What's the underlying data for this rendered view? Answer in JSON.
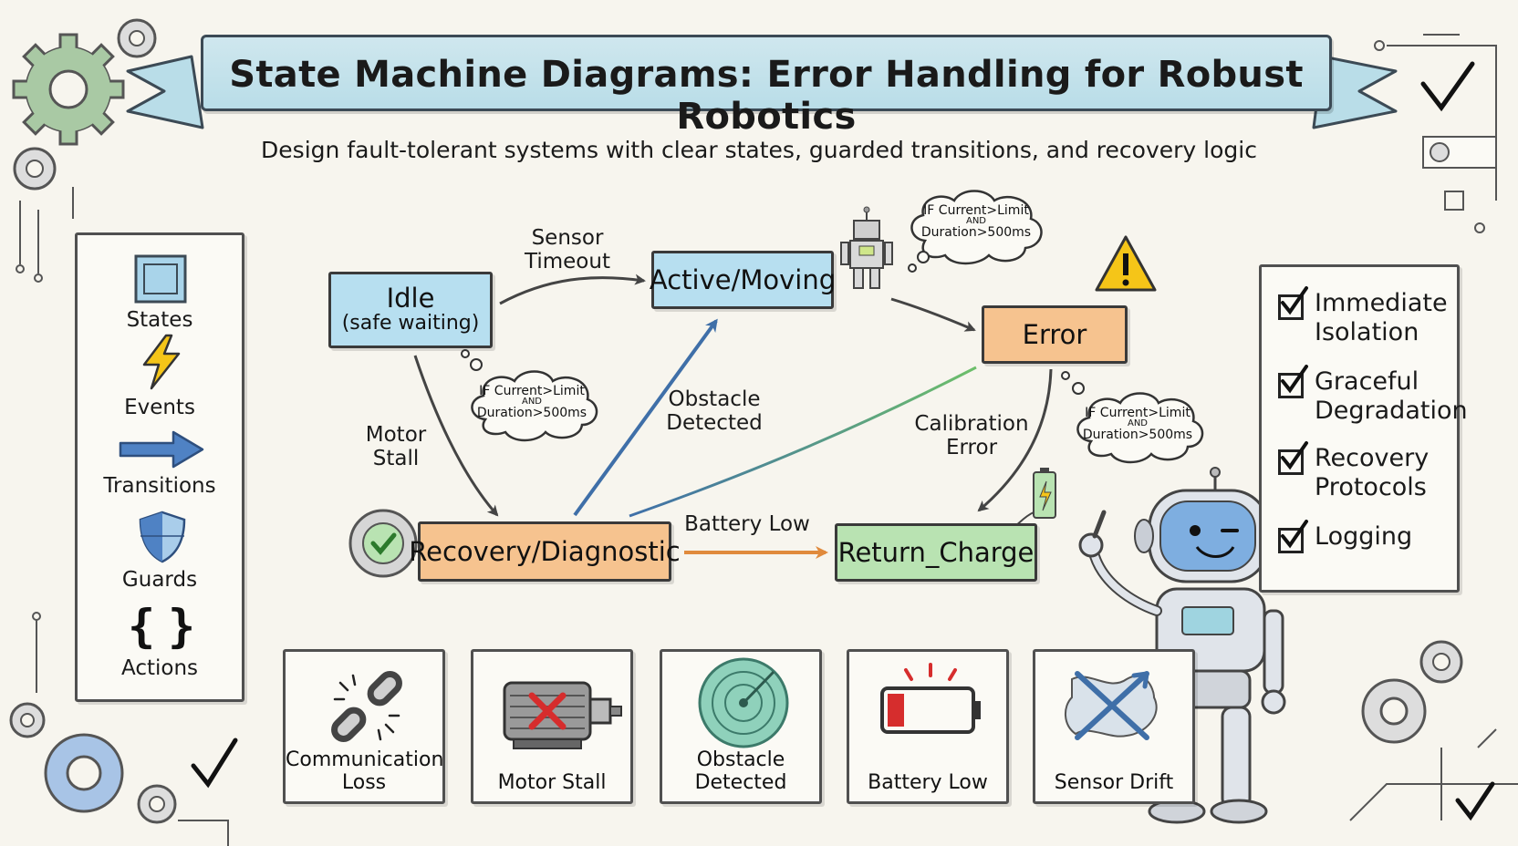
{
  "title": "State Machine Diagrams: Error Handling for Robust Robotics",
  "subtitle": "Design fault-tolerant systems with clear states, guarded transitions, and recovery logic",
  "legend": {
    "items": [
      {
        "label": "States",
        "icon": "state-square-icon"
      },
      {
        "label": "Events",
        "icon": "lightning-icon"
      },
      {
        "label": "Transitions",
        "icon": "arrow-right-icon"
      },
      {
        "label": "Guards",
        "icon": "shield-icon"
      },
      {
        "label": "Actions",
        "icon": "braces-icon"
      }
    ]
  },
  "states": {
    "idle": {
      "name": "Idle",
      "sub": "(safe waiting)",
      "color": "#b7dff0"
    },
    "active": {
      "name": "Active/Moving",
      "color": "#b7dff0"
    },
    "error": {
      "name": "Error",
      "color": "#f6c38f"
    },
    "recovery": {
      "name": "Recovery/Diagnostic",
      "color": "#f6c38f"
    },
    "return_charge": {
      "name": "Return_Charge",
      "color": "#b9e3b2"
    }
  },
  "transitions": {
    "sensor_timeout": "Sensor\nTimeout",
    "motor_stall": "Motor\nStall",
    "obstacle_detected": "Obstacle\nDetected",
    "calibration_error": "Calibration\nError",
    "battery_low": "Battery Low"
  },
  "guards": {
    "guard_top": {
      "line1": "IF Current>Limit",
      "and": "AND",
      "line2": "Duration>500ms"
    },
    "guard_mid": {
      "line1": "IF Current>Limit",
      "and": "AND",
      "line2": "Duration>500ms"
    },
    "guard_right": {
      "line1": "IF Current>Limit",
      "and": "AND",
      "line2": "Duration>500ms"
    }
  },
  "checklist": {
    "items": [
      "Immediate\nIsolation",
      "Graceful\nDegradation",
      "Recovery\nProtocols",
      "Logging"
    ]
  },
  "events": {
    "cards": [
      {
        "label": "Communication\nLoss",
        "icon": "broken-chain-icon"
      },
      {
        "label": "Motor Stall",
        "icon": "motor-x-icon"
      },
      {
        "label": "Obstacle\nDetected",
        "icon": "radar-icon"
      },
      {
        "label": "Battery Low",
        "icon": "low-battery-icon"
      },
      {
        "label": "Sensor Drift",
        "icon": "sensor-drift-icon"
      }
    ]
  },
  "colors": {
    "state_blue": "#b7dff0",
    "state_orange": "#f6c38f",
    "state_green": "#b9e3b2",
    "banner": "#c5e3ec",
    "warning": "#f5c518"
  }
}
